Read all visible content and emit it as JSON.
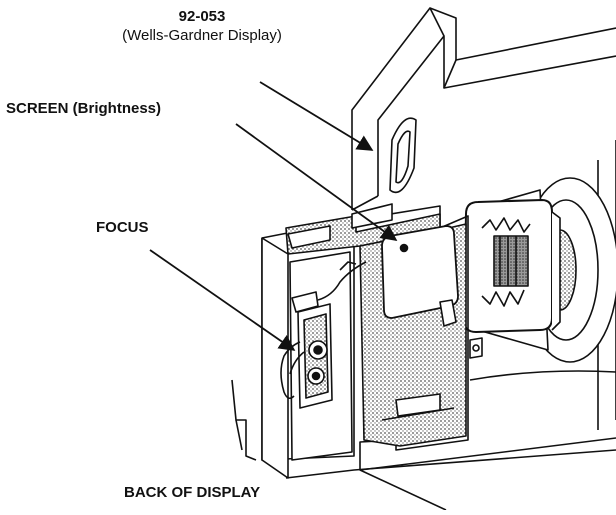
{
  "labels": {
    "part_number": "92-053",
    "part_description": "(Wells-Gardner Display)",
    "screen": "SCREEN (Brightness)",
    "focus": "FOCUS",
    "back_of_display": "BACK OF DISPLAY"
  },
  "colors": {
    "ink": "#111111",
    "shade": "#8a8a8a",
    "paper": "#ffffff"
  }
}
